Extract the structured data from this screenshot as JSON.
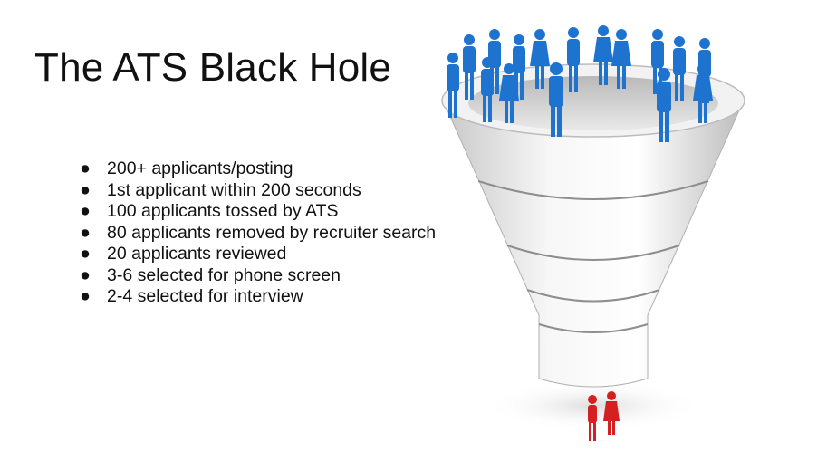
{
  "slide": {
    "title": "The ATS Black Hole",
    "bullets": [
      "200+ applicants/posting",
      "1st applicant within 200 seconds",
      "100 applicants tossed by ATS",
      "80 applicants removed by recruiter search",
      "20 applicants reviewed",
      "3-6 selected for phone screen",
      "2-4 selected for interview"
    ],
    "bullet_glyph": "●"
  },
  "illustration": {
    "type": "funnel",
    "top_people_color": "#1e73cf",
    "bottom_people_color": "#d42020",
    "funnel_color": "#e8e8e8"
  }
}
